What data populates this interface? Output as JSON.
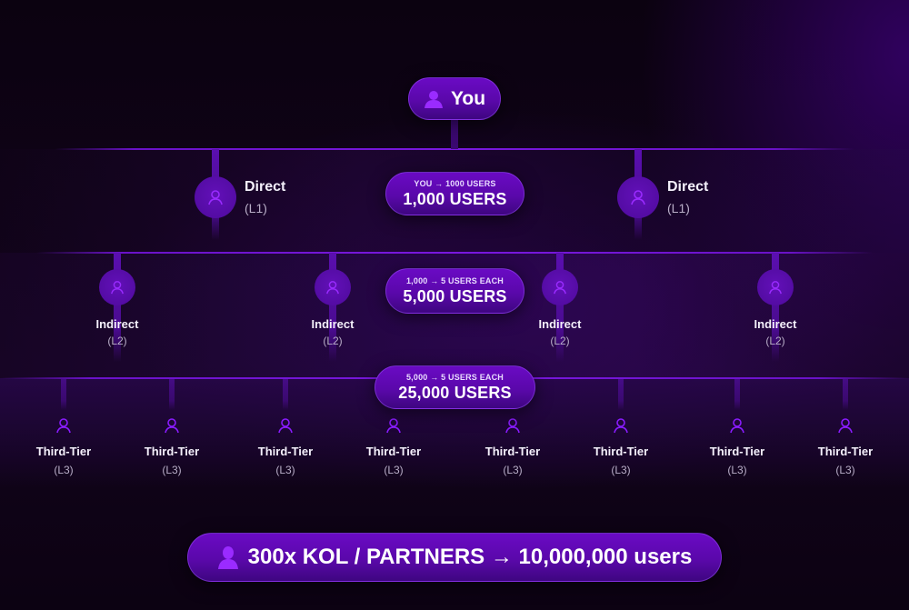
{
  "colors": {
    "accent": "#8a1cff",
    "pill_bg": "#5a08aa",
    "background": "#0b0210",
    "line": "#7a18e0"
  },
  "root": {
    "label": "You",
    "icon": "user-filled-icon"
  },
  "levels": [
    {
      "badge_small": "YOU → 1000 USERS",
      "badge_big": "1,000 USERS",
      "nodes": [
        {
          "title": "Direct",
          "sub": "(L1)",
          "icon": "user-outline-icon"
        },
        {
          "title": "Direct",
          "sub": "(L1)",
          "icon": "user-outline-icon"
        }
      ]
    },
    {
      "badge_small": "1,000 → 5 USERS EACH",
      "badge_big": "5,000 USERS",
      "nodes": [
        {
          "title": "Indirect",
          "sub": "(L2)",
          "icon": "user-outline-icon"
        },
        {
          "title": "Indirect",
          "sub": "(L2)",
          "icon": "user-outline-icon"
        },
        {
          "title": "Indirect",
          "sub": "(L2)",
          "icon": "user-outline-icon"
        },
        {
          "title": "Indirect",
          "sub": "(L2)",
          "icon": "user-outline-icon"
        }
      ]
    },
    {
      "badge_small": "5,000 → 5 USERS EACH",
      "badge_big": "25,000 USERS",
      "nodes": [
        {
          "title": "Third-Tier",
          "sub": "(L3)",
          "icon": "user-outline-icon"
        },
        {
          "title": "Third-Tier",
          "sub": "(L3)",
          "icon": "user-outline-icon"
        },
        {
          "title": "Third-Tier",
          "sub": "(L3)",
          "icon": "user-outline-icon"
        },
        {
          "title": "Third-Tier",
          "sub": "(L3)",
          "icon": "user-outline-icon"
        },
        {
          "title": "Third-Tier",
          "sub": "(L3)",
          "icon": "user-outline-icon"
        },
        {
          "title": "Third-Tier",
          "sub": "(L3)",
          "icon": "user-outline-icon"
        },
        {
          "title": "Third-Tier",
          "sub": "(L3)",
          "icon": "user-outline-icon"
        },
        {
          "title": "Third-Tier",
          "sub": "(L3)",
          "icon": "user-outline-icon"
        }
      ]
    }
  ],
  "summary": {
    "label": "300x KOL / PARTNERS → 10,000,000 users",
    "icon": "user-filled-icon"
  }
}
